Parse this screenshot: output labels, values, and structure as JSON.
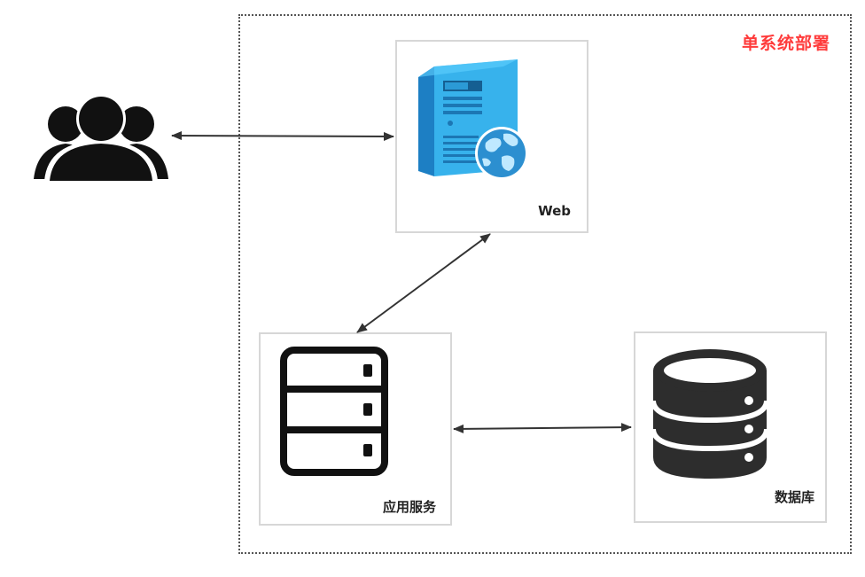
{
  "diagram": {
    "boundary_title": "单系统部署",
    "nodes": {
      "users": {
        "icon": "users-group-icon",
        "label": ""
      },
      "web": {
        "icon": "web-server-globe-icon",
        "label": "Web"
      },
      "app": {
        "icon": "server-rack-icon",
        "label": "应用服务"
      },
      "db": {
        "icon": "database-cylinder-icon",
        "label": "数据库"
      }
    },
    "edges": [
      {
        "from": "users",
        "to": "web",
        "direction": "bidirectional"
      },
      {
        "from": "web",
        "to": "app",
        "direction": "bidirectional"
      },
      {
        "from": "app",
        "to": "db",
        "direction": "bidirectional"
      }
    ],
    "colors": {
      "boundary_title": "#ff3b3b",
      "boundary_border": "#555555",
      "node_border": "#d7d7d7",
      "edge": "#333333",
      "server_blue": "#34a9e6",
      "icon_black": "#111111"
    }
  }
}
